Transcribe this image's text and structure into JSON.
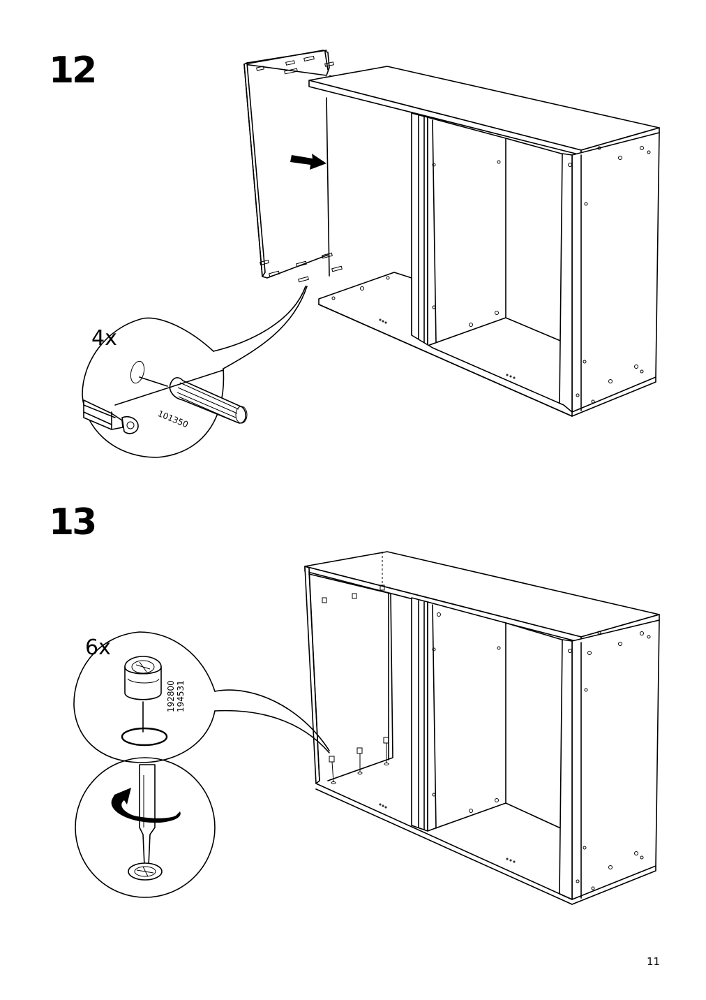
{
  "steps": [
    {
      "number": "12",
      "quantity": "4x",
      "part_numbers": [
        "101350"
      ]
    },
    {
      "number": "13",
      "quantity": "6x",
      "part_numbers": [
        "192800",
        "194531"
      ]
    }
  ],
  "page_number": "11"
}
